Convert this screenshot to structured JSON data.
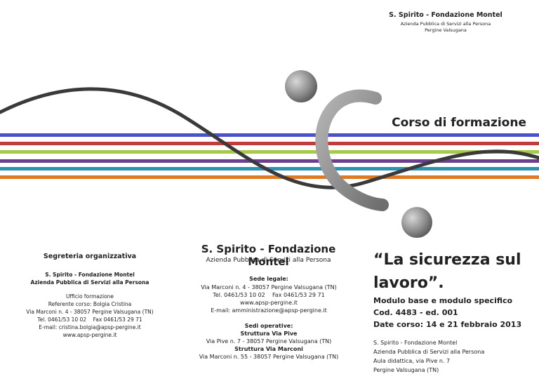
{
  "header": {
    "org": "S. Spirito - Fondazione Montel",
    "subtitle": "Azienda Pubblica di Servizi alla Persona",
    "town": "Pergine Valsugana"
  },
  "course_label": "Corso di formazione",
  "segreteria": {
    "title": "Segreteria organizzativa",
    "org": "S. Spirito - Fondazione Montel",
    "org_sub": "Azienda Pubblica di Servizi alla Persona",
    "office": "Ufficio formazione",
    "referent": "Referente corso: Bolgia Cristina",
    "address": "Via Marconi n. 4 - 38057 Pergine Valsugana (TN)",
    "phone": "Tel. 0461/53 10 02    Fax 0461/53 29 71",
    "email": "E-mail: cristina.bolgia@apsp-pergine.it",
    "web": "www.apsp-pergine.it"
  },
  "center": {
    "org": "S. Spirito - Fondazione Montel",
    "org_sub": "Azienda Pubblica di Servizi alla Persona",
    "legal_title": "Sede legale:",
    "legal_address": "Via Marconi n. 4 - 38057 Pergine Valsugana (TN)",
    "legal_phone": "Tel. 0461/53 10 02    Fax 0461/53 29 71",
    "legal_web": "www.apsp-pergine.it",
    "legal_email": "E-mail: amministrazione@apsp-pergine.it",
    "ops_title": "Sedi operative:",
    "ops1_title": "Struttura Via Pive",
    "ops1_address": "Via Pive n. 7 - 38057 Pergine Valsugana (TN)",
    "ops2_title": "Struttura Via Marconi",
    "ops2_address": "Via Marconi n. 55 - 38057 Pergine Valsugana (TN)"
  },
  "course": {
    "title_line1": "“La sicurezza sul",
    "title_line2": "lavoro”.",
    "module": "Modulo base e modulo specifico",
    "code": "Cod. 4483 - ed. 001",
    "dates": "Date corso: 14 e 21 febbraio 2013",
    "venue_org": "S. Spirito - Fondazione Montel",
    "venue_sub": "Azienda Pubblica di Servizi alla Persona",
    "venue_room": "Aula didattica, via Pive n. 7",
    "venue_town": "Pergine Valsugana (TN)"
  },
  "colors": {
    "stripe_blue": "#4a52c8",
    "stripe_red": "#c43b3b",
    "stripe_green": "#a6c94a",
    "stripe_purple": "#6b3e8e",
    "stripe_teal": "#2e93b3",
    "stripe_orange": "#e07a22",
    "wave": "#3a3a3a",
    "logo_grey": "#8a8a8a"
  }
}
